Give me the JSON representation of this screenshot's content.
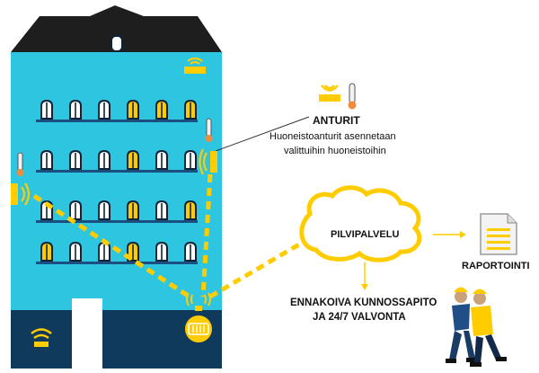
{
  "colors": {
    "facade": "#2ec5e0",
    "roof": "#1e1e1e",
    "base": "#0f3a5c",
    "accent": "#ffcc00",
    "window_frame": "#0d2438",
    "ledge": "#1b4f80",
    "text": "#111111"
  },
  "sensors": {
    "title": "ANTURIT",
    "description_line1": "Huoneistoanturit asennetaan",
    "description_line2": "valittuihin huoneistoihin"
  },
  "cloud": {
    "label": "PILVIPALVELU"
  },
  "reporting": {
    "label": "RAPORTOINTI"
  },
  "maintenance": {
    "line1": "ENNAKOIVA KUNNOSSAPITO",
    "line2": "JA 24/7 VALVONTA"
  },
  "icons": [
    "building-icon",
    "thermometer-icon",
    "wireless-sensor-icon",
    "cloud-icon",
    "report-document-icon",
    "gateway-router-icon",
    "maintenance-workers-icon"
  ]
}
